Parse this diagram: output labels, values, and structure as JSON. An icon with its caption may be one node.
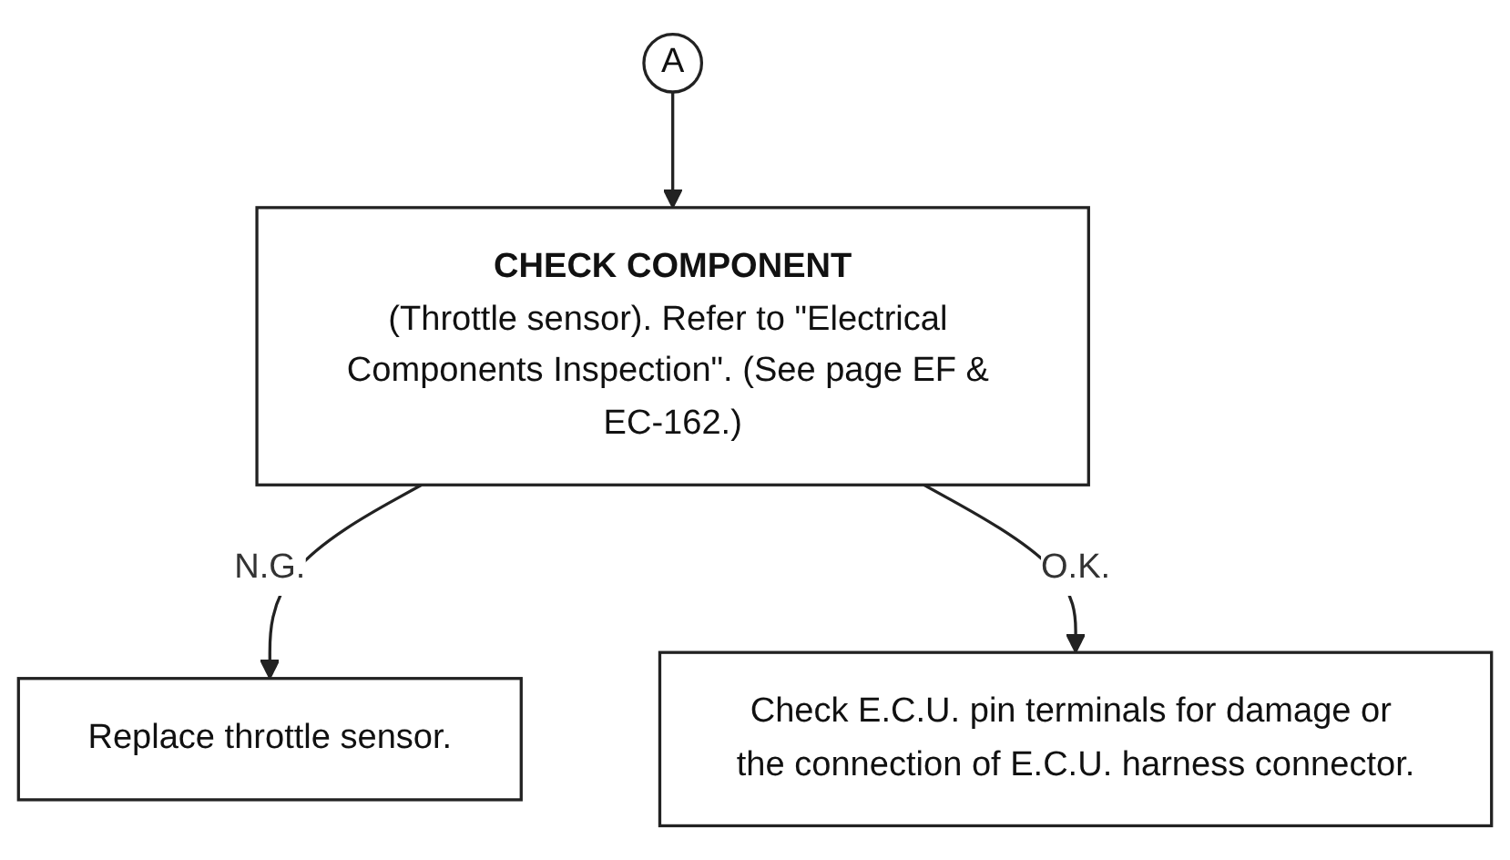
{
  "diagram": {
    "nodes": [
      {
        "text": [
          "A"
        ]
      },
      {
        "text": [
          "CHECK COMPONENT",
          "(Throttle sensor). Refer to \"Electrical Components Inspection\". (See page EF & EC-162.)"
        ]
      },
      {
        "text": [
          "Replace throttle sensor."
        ]
      },
      {
        "text": [
          "Check E.C.U. pin terminals for damage or the connection of E.C.U. harness connector."
        ]
      }
    ],
    "edges": [
      {
        "from": 0,
        "to": 1,
        "arrow": "to"
      },
      {
        "from": 1,
        "to": 2,
        "arrow": "to",
        "label": "N.G."
      },
      {
        "from": 1,
        "to": 3,
        "arrow": "to",
        "label": "O.K."
      }
    ]
  }
}
